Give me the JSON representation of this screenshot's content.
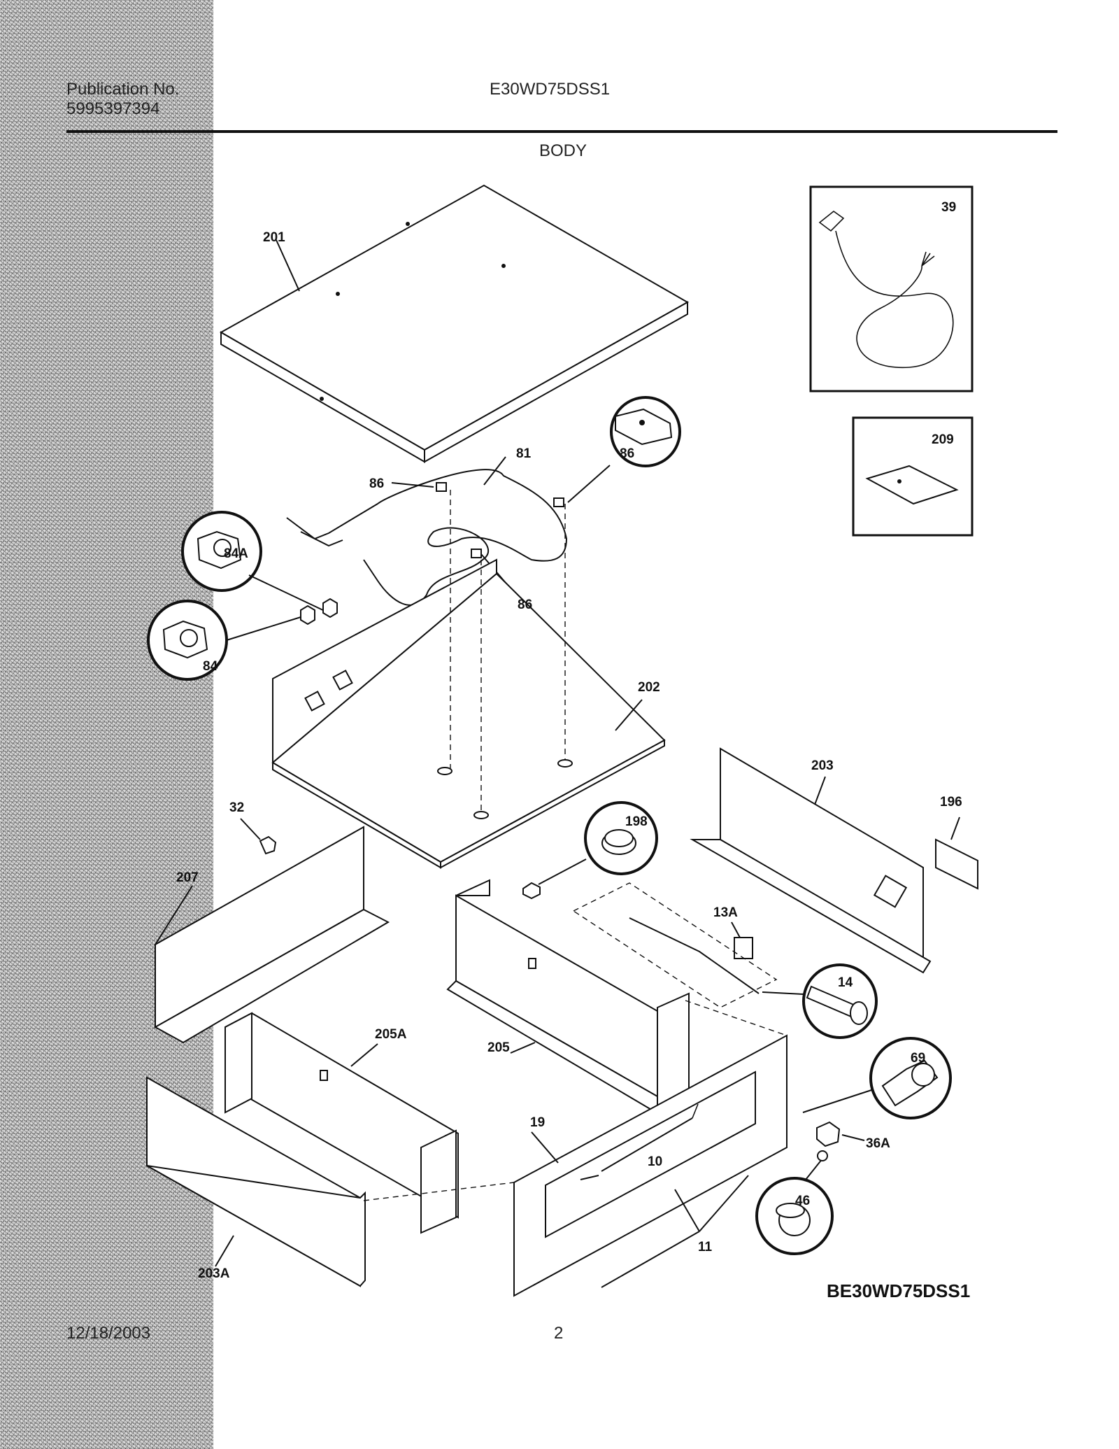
{
  "header": {
    "publication_label": "Publication No.",
    "publication_number": "5995397394",
    "model": "E30WD75DSS1",
    "section_title": "BODY"
  },
  "footer": {
    "date": "12/18/2003",
    "page_number": "2",
    "diagram_code": "BE30WD75DSS1"
  },
  "callouts": {
    "p201": "201",
    "p39": "39",
    "p209": "209",
    "p86a": "86",
    "p86b": "86",
    "p86c": "86",
    "p81": "81",
    "p84A": "84A",
    "p84": "84",
    "p202": "202",
    "p203": "203",
    "p196": "196",
    "p32": "32",
    "p207": "207",
    "p198": "198",
    "p13A": "13A",
    "p14": "14",
    "p205A": "205A",
    "p205": "205",
    "p69": "69",
    "p19": "19",
    "p10": "10",
    "p36A": "36A",
    "p46": "46",
    "p11": "11",
    "p203A": "203A"
  }
}
